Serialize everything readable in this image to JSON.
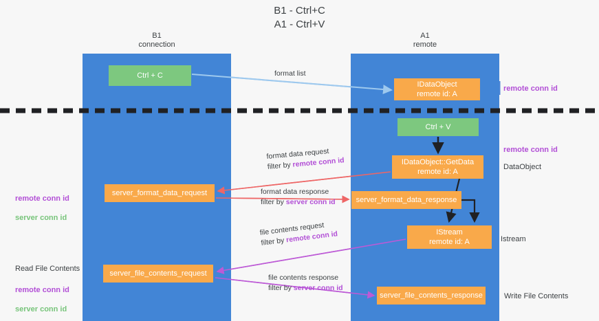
{
  "title": "B1 - Ctrl+C\nA1 - Ctrl+V",
  "colors": {
    "lane": "#4285d6",
    "box_green": "#7dc87f",
    "box_orange": "#f9a94a",
    "accent_purple": "#b24fd6",
    "accent_green": "#77c47a",
    "arrow_blue": "#9ec9ee",
    "arrow_red": "#ee6666",
    "arrow_black": "#202124",
    "background": "#f7f7f7"
  },
  "columns": [
    {
      "id": "b1",
      "title": "B1",
      "subtitle": "connection",
      "header": "B1\nconnection"
    },
    {
      "id": "a1",
      "title": "A1",
      "subtitle": "remote",
      "header": "A1\nremote"
    }
  ],
  "boxes": [
    {
      "id": "ctrl-c",
      "label": "Ctrl + C",
      "color": "green",
      "lane": "b1"
    },
    {
      "id": "idataobject",
      "label": "IDataObject\nremote id: A",
      "color": "orange",
      "lane": "a1"
    },
    {
      "id": "ctrl-v",
      "label": "Ctrl + V",
      "color": "green",
      "lane": "a1"
    },
    {
      "id": "getdata",
      "label": "IDataObject::GetData\nremote id: A",
      "color": "orange",
      "lane": "a1"
    },
    {
      "id": "server-format-data-request",
      "label": "server_format_data_request",
      "color": "orange",
      "lane": "b1"
    },
    {
      "id": "server-format-data-response",
      "label": "server_format_data_response",
      "color": "orange",
      "lane": "a1"
    },
    {
      "id": "istream",
      "label": "IStream\nremote id: A",
      "color": "orange",
      "lane": "a1"
    },
    {
      "id": "server-file-contents-request",
      "label": "server_file_contents_request",
      "color": "orange",
      "lane": "b1"
    },
    {
      "id": "server-file-contents-response",
      "label": "server_file_contents_response",
      "color": "orange",
      "lane": "a1"
    }
  ],
  "edge_labels": {
    "format_list": "format list",
    "format_data_request": {
      "line1": "format data request",
      "line2_prefix": "filter by ",
      "line2_highlight": "remote conn id"
    },
    "format_data_response": {
      "line1": "format data response",
      "line2_prefix": "filter by ",
      "line2_highlight": "server conn id"
    },
    "file_contents_request": {
      "line1": "file contents request",
      "line2_prefix": "filter by ",
      "line2_highlight": "remote conn id"
    },
    "file_contents_response": {
      "line1": "file contents response",
      "line2_prefix": "filter by ",
      "line2_highlight": "server conn id"
    }
  },
  "side_labels": {
    "remote_conn_id_top": "remote conn id",
    "remote_conn_id_mid": "remote conn id",
    "dataobject": "DataObject",
    "istream": "Istream",
    "write_file_contents": "Write File Contents",
    "read_file_contents": "Read File Contents",
    "left_remote_conn_id": "remote conn id",
    "left_server_conn_id": "server conn id"
  }
}
